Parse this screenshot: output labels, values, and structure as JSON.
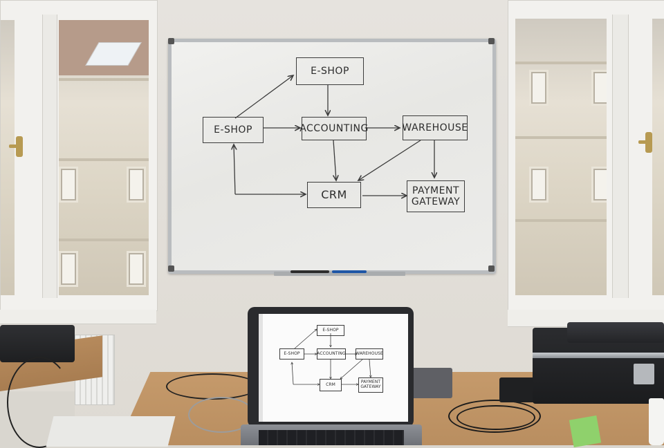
{
  "whiteboard": {
    "nodes": {
      "eshop_top": "E-SHOP",
      "eshop_left": "E-SHOP",
      "accounting": "ACCOUNTING",
      "warehouse": "WAREHOUSE",
      "crm": "CRM",
      "payment_gateway_line1": "PAYMENT",
      "payment_gateway_line2": "GATEWAY"
    }
  },
  "laptop_screen": {
    "nodes": {
      "eshop_top": "E-SHOP",
      "eshop_left": "E-SHOP",
      "accounting": "ACCOUNTING",
      "warehouse": "WAREHOUSE",
      "crm": "CRM",
      "payment_gateway_line1": "PAYMENT",
      "payment_gateway_line2": "GATEWAY"
    }
  },
  "colors": {
    "ink": "#2c2c2c",
    "wall": "#e3e0da",
    "desk_wood": "#c59a6b",
    "window_frame": "#f2f1ee"
  }
}
